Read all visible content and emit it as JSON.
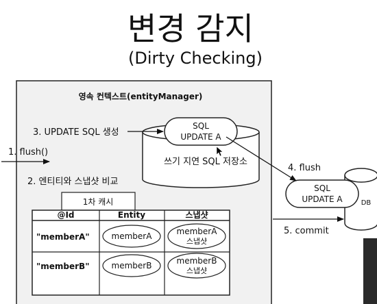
{
  "title": "변경 감지",
  "subtitle": "(Dirty Checking)",
  "context_label": "영속 컨텍스트(entityManager)",
  "steps": {
    "flush": "1. flush()",
    "compare": "2. 엔티티와 스냅샷 비교",
    "generate_sql": "3. UPDATE SQL 생성",
    "flush_db": "4. flush",
    "commit": "5. commit"
  },
  "sql_store": {
    "label": "쓰기 지연 SQL 저장소",
    "entry_line1": "SQL",
    "entry_line2": "UPDATE A"
  },
  "db": {
    "label": "DB",
    "entry_line1": "SQL",
    "entry_line2": "UPDATE A"
  },
  "cache": {
    "label": "1차 캐시",
    "headers": [
      "@Id",
      "Entity",
      "스냅샷"
    ],
    "rows": [
      {
        "id": "\"memberA\"",
        "entity": "memberA",
        "snapshot_line1": "memberA",
        "snapshot_line2": "스냅샷"
      },
      {
        "id": "\"memberB\"",
        "entity": "memberB",
        "snapshot_line1": "memberB",
        "snapshot_line2": "스냅샷"
      }
    ]
  }
}
